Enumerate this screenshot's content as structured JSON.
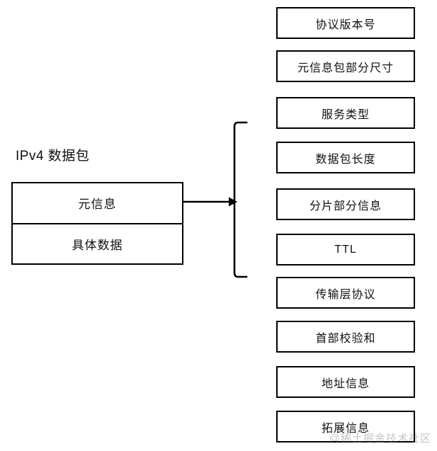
{
  "diagram": {
    "title": "IPv4 数据包",
    "packet": {
      "cells": [
        {
          "label": "元信息"
        },
        {
          "label": "具体数据"
        }
      ]
    },
    "connector": {
      "type": "arrow-right",
      "from": "元信息",
      "to": "字段列表"
    },
    "bracket": {
      "type": "square-brace-right"
    },
    "fields": [
      {
        "label": "协议版本号"
      },
      {
        "label": "元信息包部分尺寸"
      },
      {
        "label": "服务类型"
      },
      {
        "label": "数据包长度"
      },
      {
        "label": "分片部分信息"
      },
      {
        "label": "TTL"
      },
      {
        "label": "传输层协议"
      },
      {
        "label": "首部校验和"
      },
      {
        "label": "地址信息"
      },
      {
        "label": "拓展信息"
      }
    ],
    "watermark": "@稀土掘金技术社区",
    "colors": {
      "stroke": "#000000",
      "background": "#ffffff",
      "text": "#111111",
      "watermark": "rgba(120,120,120,0.42)"
    }
  }
}
